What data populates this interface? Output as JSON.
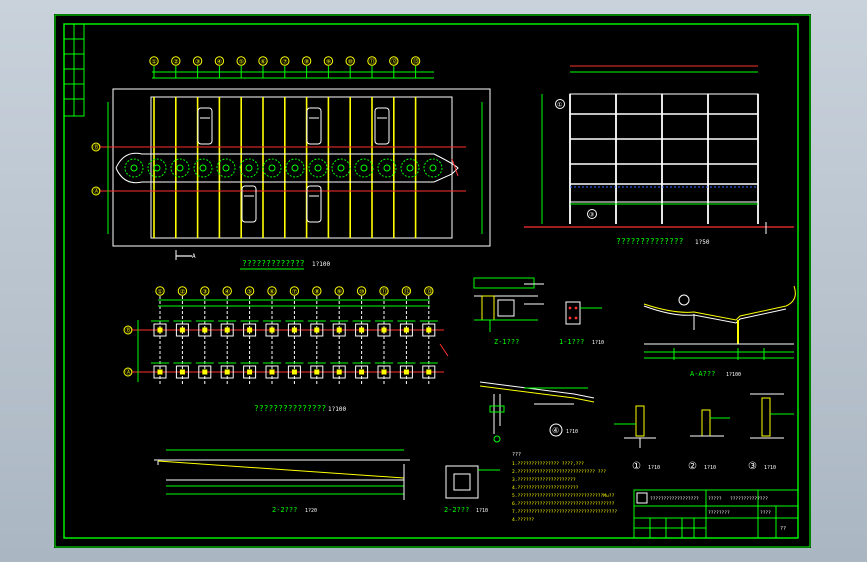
{
  "plan": {
    "title": "?????????????",
    "scale": "1?100",
    "axes": [
      "①",
      "②",
      "③",
      "④",
      "⑤",
      "⑥",
      "⑦",
      "⑧",
      "⑨",
      "⑩",
      "⑪",
      "⑫",
      "⑬"
    ],
    "row_axes": [
      "Ⓑ",
      "Ⓐ"
    ],
    "section_mark": "A"
  },
  "elevation": {
    "title": "??????????????",
    "scale": "1?50",
    "left_marks": [
      "①",
      "③"
    ]
  },
  "foundation": {
    "title": "???????????????",
    "scale": "1?100",
    "axes": [
      "①",
      "②",
      "③",
      "④",
      "⑤",
      "⑥",
      "⑦",
      "⑧",
      "⑨",
      "⑩",
      "⑪",
      "⑫",
      "⑬"
    ],
    "row_axes": [
      "Ⓑ",
      "Ⓐ"
    ]
  },
  "details": {
    "z1": {
      "title": "Z-1???"
    },
    "s1": {
      "title": "1-1???",
      "scale": "1?10"
    },
    "aa": {
      "title": "A-A???",
      "scale": "1?100"
    },
    "d4": {
      "mark": "④",
      "scale": "1?10"
    },
    "d1": {
      "mark": "①",
      "scale": "1?10"
    },
    "d2": {
      "mark": "②",
      "scale": "1?10"
    },
    "d3": {
      "mark": "③",
      "scale": "1?10"
    },
    "s2": {
      "title": "2-2???",
      "scale": "1?20"
    },
    "s22": {
      "title": "2-2???",
      "scale": "1?10"
    }
  },
  "notes": {
    "heading": "???",
    "lines": [
      "1.??????????????? ????,???",
      "2.???????????????????????????? ???",
      "3.?????????????????????",
      "4.??????????????????????",
      "5.???????????????????????????????Mu??",
      "6.???????????????????????????????????",
      "7.????????????????????????????????????",
      "  4.??????"
    ]
  },
  "title_block": {
    "row1": [
      "??????????????????",
      "?????",
      "??????????????"
    ],
    "row2": [
      "????????",
      "????"
    ],
    "sheet_no": "??"
  },
  "colors": {
    "frame": "#00ff00",
    "column": "#ffff00",
    "tree": "#00ff00",
    "axis": "#ff3030",
    "dimension": "#00ff00",
    "text": "#ffffff",
    "bubble": "#ffff00"
  }
}
